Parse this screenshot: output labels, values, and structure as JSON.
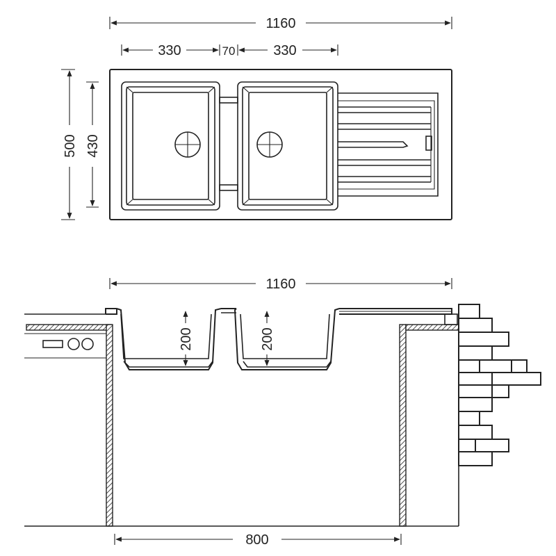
{
  "top_view": {
    "overall_width": "1160",
    "bowl_left_width": "330",
    "gap_width": "70",
    "bowl_right_width": "330",
    "overall_depth": "500",
    "bowl_depth": "430"
  },
  "side_view": {
    "overall_width": "1160",
    "bowl_left_height": "200",
    "bowl_right_height": "200",
    "cabinet_width": "800"
  },
  "colors": {
    "line": "#222222",
    "background": "#ffffff"
  }
}
